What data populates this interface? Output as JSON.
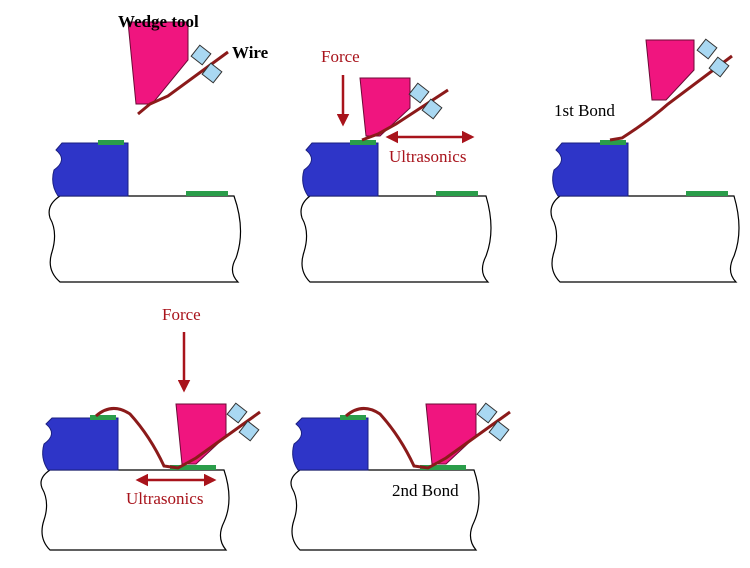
{
  "labels": {
    "wedge_tool": "Wedge tool",
    "wire": "Wire",
    "force": "Force",
    "ultrasonics": "Ultrasonics",
    "first_bond": "1st Bond",
    "second_bond": "2nd Bond"
  },
  "colors": {
    "substrate_fill": "#ffffff",
    "outline": "#000000",
    "die": "#2e35c8",
    "pad": "#2a9d4a",
    "tool": "#f0157f",
    "clamp": "#a9d8f2",
    "wire": "#8b1a1a",
    "arrow": "#a8131b",
    "text_red": "#a8131b"
  },
  "steps": [
    {
      "panel": "panel-1",
      "description_visible": false
    },
    {
      "panel": "panel-2",
      "description_visible": false
    },
    {
      "panel": "panel-3",
      "description_visible": false
    },
    {
      "panel": "panel-4",
      "description_visible": false
    },
    {
      "panel": "panel-5",
      "description_visible": false
    }
  ]
}
